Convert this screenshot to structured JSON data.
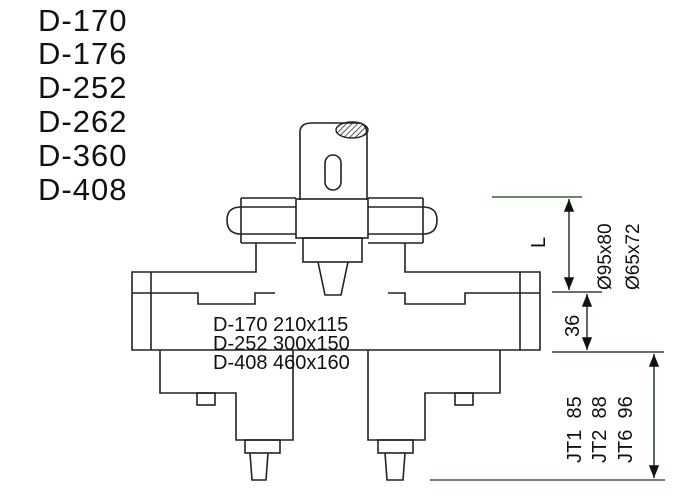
{
  "models": [
    "D-170",
    "D-176",
    "D-252",
    "D-262",
    "D-360",
    "D-408"
  ],
  "table_rows": [
    "D-170 210x115",
    "D-252 300x150",
    "D-408 460x160"
  ],
  "dimensions": {
    "length_label": "L",
    "diameter_1": "Ø95x80",
    "diameter_2": "Ø65x72",
    "offset": "36",
    "jt_values": [
      "JT1  85",
      "JT2  88",
      "JT6  96"
    ]
  }
}
